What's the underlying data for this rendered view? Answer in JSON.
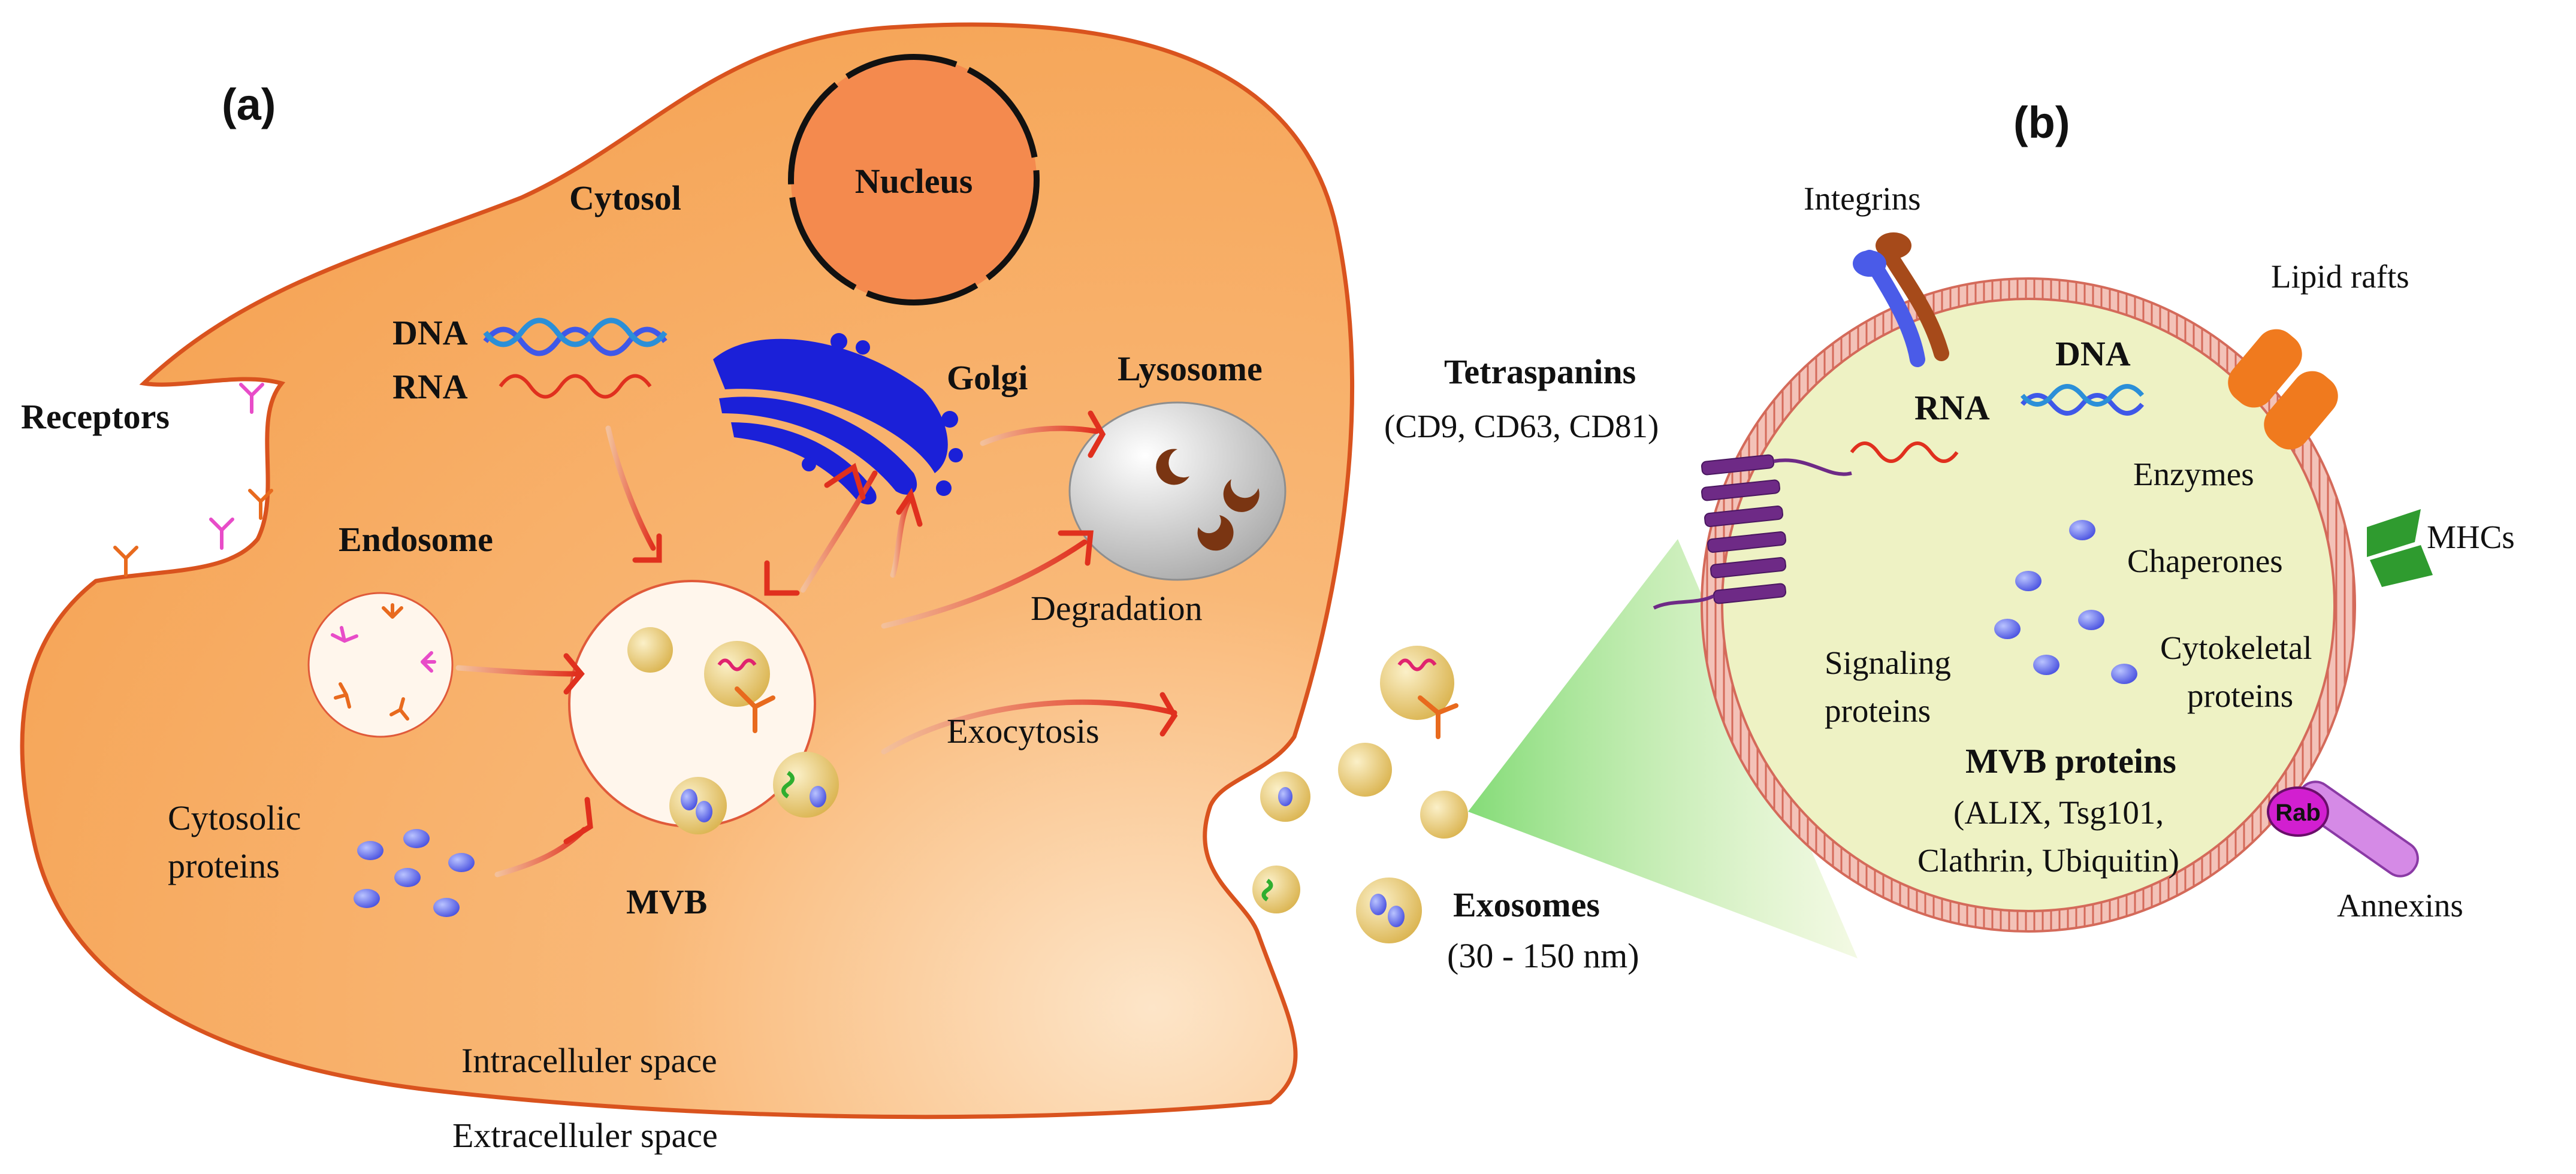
{
  "panel_a": {
    "tag": "(a)",
    "nucleus": "Nucleus",
    "cytosol": "Cytosol",
    "dna": "DNA",
    "rna": "RNA",
    "golgi": "Golgi",
    "lysosome": "Lysosome",
    "receptors": "Receptors",
    "endosome": "Endosome",
    "mvb": "MVB",
    "degradation": "Degradation",
    "exocytosis": "Exocytosis",
    "cytosolic_proteins_1": "Cytosolic",
    "cytosolic_proteins_2": "proteins",
    "intracellular": "Intracelluler space",
    "extracellular": "Extracelluler space",
    "exosomes": "Exosomes",
    "exosome_size": "(30 - 150 nm)"
  },
  "panel_b": {
    "tag": "(b)",
    "integrins": "Integrins",
    "lipid_rafts": "Lipid rafts",
    "tetraspanins": "Tetraspanins",
    "tetraspanin_examples": "(CD9, CD63, CD81)",
    "dna": "DNA",
    "rna": "RNA",
    "enzymes": "Enzymes",
    "mhcs": "MHCs",
    "chaperones": "Chaperones",
    "signaling_1": "Signaling",
    "signaling_2": "proteins",
    "cytoskeletal_1": "Cytokeletal",
    "cytoskeletal_2": "proteins",
    "mvb_proteins": "MVB proteins",
    "mvb_list_1": "(ALIX, Tsg101,",
    "mvb_list_2": "Clathrin, Ubiquitin)",
    "rab": "Rab",
    "annexins": "Annexins"
  },
  "colors": {
    "cell_fill": "#f7a75a",
    "cell_outline": "#d9531e",
    "nucleus": "#f48a4e",
    "arrow": "#e0301e",
    "protein": "#5a63ea",
    "vesicle": "#e3c25f",
    "exosome_fill": "#eef2c4",
    "membrane": "#d86b5a",
    "golgi": "#1b20d8",
    "lysosome": "#b9b9b9",
    "lipid_raft": "#f07a1e",
    "mhc": "#2f9b2f",
    "annexin": "#d58ae6",
    "tetraspanin": "#6e2a86"
  }
}
